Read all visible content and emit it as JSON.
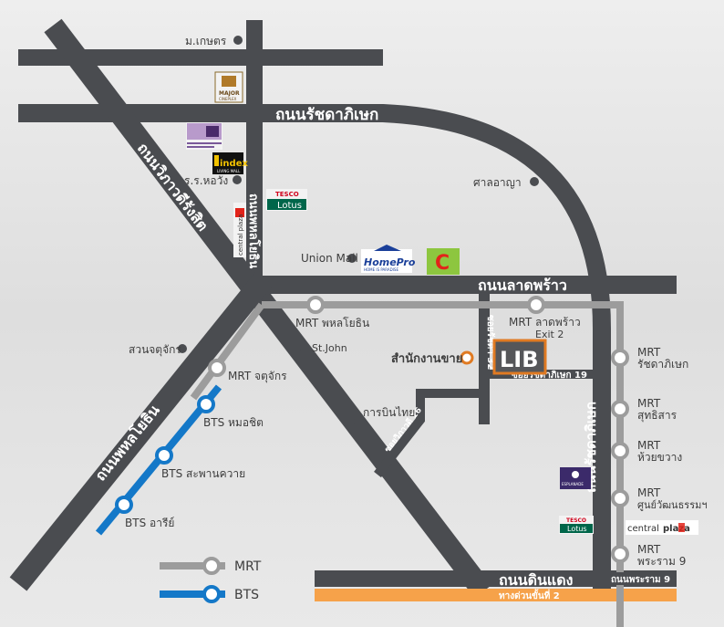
{
  "colors": {
    "road": "#4a4c50",
    "road_label": "#ffffff",
    "mrt_line": "#9c9c9c",
    "bts_line": "#1478c8",
    "expressway": "#f6a24a",
    "office_marker": "#e07a22",
    "logo_box": "#f3f3f3"
  },
  "roads": {
    "ratchadaphisek": "ถนนรัชดาภิเษก",
    "vibhavadi": "ถนนวิภาวดีรังสิต",
    "phahonyothin_north": "ถนนพหลโยธิน",
    "ladprao": "ถนนลาดพร้าว",
    "phahonyothin_south": "ถนนพหลโยธิน",
    "ratchadaphisek_vertical": "ถนนรัชดาภิเษก",
    "din_daeng": "ถนนดินแดง",
    "rama9": "ถนนพระราม 9",
    "soi_ratchada_32": "ซอยรัชดา 32",
    "soi_ratchada_19": "ซอยรัชดาภิเษก 19",
    "soi_vibhavadi_16": "ซอยวิภาวดี 16",
    "expressway": "ทางด่วนขั้นที่ 2"
  },
  "landmarks": {
    "kasetsart": "ม.เกษตร",
    "horwang": "ร.ร.หอวัง",
    "court": "ศาลอาญา",
    "union_mall": "Union Mall",
    "suan_chatuchak": "สวนจตุจักร",
    "st_john": "St.John",
    "thai_airways": "การบินไทย",
    "office": "สำนักงานขาย"
  },
  "mrt_stations": [
    {
      "name": "MRT พหลโยธิน"
    },
    {
      "name": "MRT ลาดพร้าว",
      "sub": "Exit 2"
    },
    {
      "name": "MRT จตุจักร"
    },
    {
      "name": "MRT",
      "sub": "รัชดาภิเษก"
    },
    {
      "name": "MRT",
      "sub": "สุทธิสาร"
    },
    {
      "name": "MRT",
      "sub": "ห้วยขวาง"
    },
    {
      "name": "MRT",
      "sub": "ศูนย์วัฒนธรรมฯ"
    },
    {
      "name": "MRT",
      "sub": "พระราม 9"
    }
  ],
  "bts_stations": [
    {
      "name": "BTS หมอชิต"
    },
    {
      "name": "BTS สะพานควาย"
    },
    {
      "name": "BTS อารีย์"
    }
  ],
  "logos": {
    "major": "MAJOR",
    "major_sub": "CINEPLEX",
    "index": "index",
    "index_sub": "LIVING MALL",
    "tesco": "TESCO",
    "lotus": "Lotus",
    "central": "central",
    "plaza": "plaza",
    "homepro": "HomePro",
    "homepro_sub": "HOME IS PARADISE",
    "bigc": "C",
    "lib": "LIB",
    "esplanade": "ESPLANADE",
    "central_plaza_vertical": "central plaza"
  },
  "legend": {
    "mrt": "MRT",
    "bts": "BTS"
  }
}
